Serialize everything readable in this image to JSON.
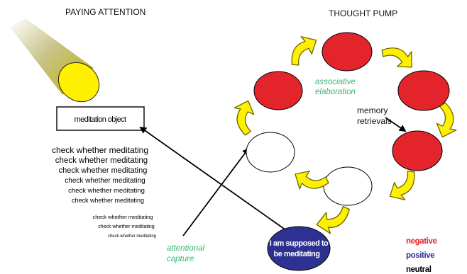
{
  "titles": {
    "left": "PAYING ATTENTION",
    "right": "THOUGHT PUMP"
  },
  "object_box": "meditation object",
  "check_lines": [
    "check whether meditating",
    "check whether meditating",
    "check whether meditating",
    "check whether meditating",
    "check whether meditating",
    "check whether meditating",
    "check whether meditating",
    "check whether meditating",
    "check whether meditating"
  ],
  "labels": {
    "associative_1": "associative",
    "associative_2": "elaboration",
    "memory_1": "memory",
    "memory_2": "retrievals",
    "attentional_1": "attentional",
    "attentional_2": "capture"
  },
  "blue_node": {
    "line1": "I am supposed to",
    "line2": "be meditating"
  },
  "legend": {
    "negative": "negative",
    "positive": "positive",
    "neutral": "neutral"
  },
  "colors": {
    "negative": "#e3242b",
    "positive": "#2e3192",
    "neutral": "#ffffff",
    "spotlight": "#ffef00",
    "arrow_fill": "#ffef00",
    "green_text": "#3cb371"
  }
}
